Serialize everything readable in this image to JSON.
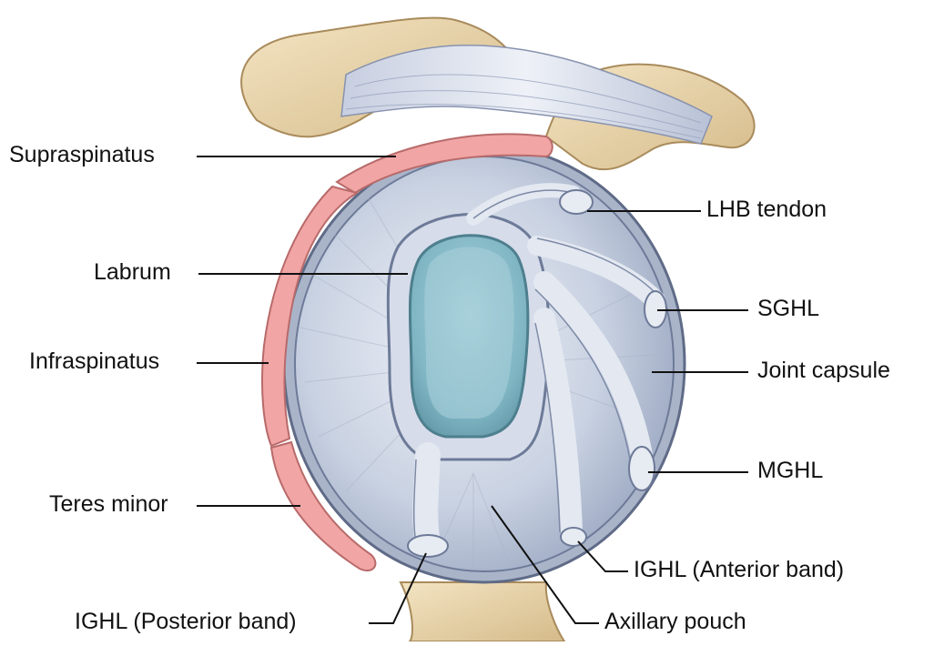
{
  "labels": {
    "supraspinatus": "Supraspinatus",
    "labrum": "Labrum",
    "infraspinatus": "Infraspinatus",
    "teres_minor": "Teres minor",
    "ighl_posterior": "IGHL (Posterior band)",
    "lhb_tendon": "LHB tendon",
    "sghl": "SGHL",
    "joint_capsule": "Joint capsule",
    "mghl": "MGHL",
    "ighl_anterior": "IGHL (Anterior band)",
    "axillary_pouch": "Axillary pouch"
  },
  "colors": {
    "bone": "#e9d6ae",
    "bone_shadow": "#c9ad7c",
    "muscle": "#f1a5a5",
    "muscle_outline": "#b86a6a",
    "capsule": "#c9d2e2",
    "capsule_dark": "#7d8aa6",
    "glenoid": "#7fb5c3",
    "glenoid_light": "#cfe6ec",
    "ligament": "#dfe5ef",
    "leader_line": "#111111"
  }
}
